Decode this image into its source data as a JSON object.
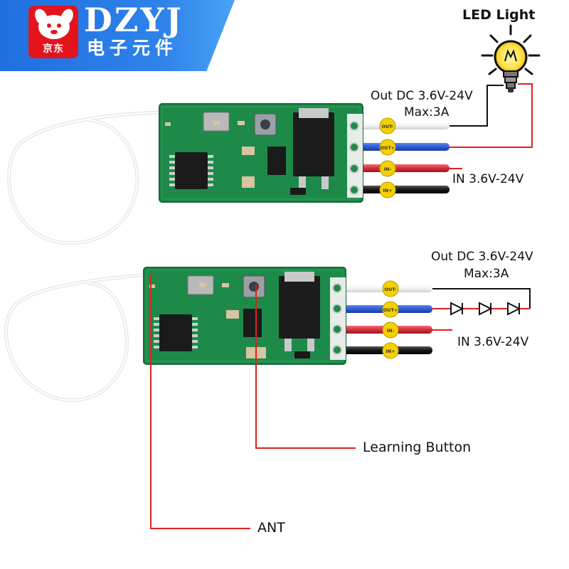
{
  "brand": {
    "logo_text": "京东",
    "name": "DZYJ",
    "subtitle": "电子元件"
  },
  "top_diagram": {
    "load_label": "LED Light",
    "output_label": "Out DC 3.6V-24V",
    "max_label": "Max:3A",
    "input_label": "IN 3.6V-24V",
    "pad_labels": [
      "OUT-",
      "OUT+",
      "IN-",
      "IN+"
    ]
  },
  "bottom_diagram": {
    "output_label": "Out DC 3.6V-24V",
    "max_label": "Max:3A",
    "input_label": "IN 3.6V-24V",
    "pad_labels": [
      "OUT-",
      "OUT+",
      "IN-",
      "IN+"
    ]
  },
  "callouts": {
    "learning_button": "Learning Button",
    "antenna": "ANT"
  },
  "colors": {
    "brand_blue": "#2a7be6",
    "brand_red": "#e4141c",
    "pcb_green": "#1e8a4a",
    "wire_white": "#f2f2f2",
    "wire_blue": "#2f5bd6",
    "wire_red": "#d62f3a",
    "wire_black": "#111111",
    "pad_yellow": "#f5d000",
    "callout_red": "#e02020"
  }
}
